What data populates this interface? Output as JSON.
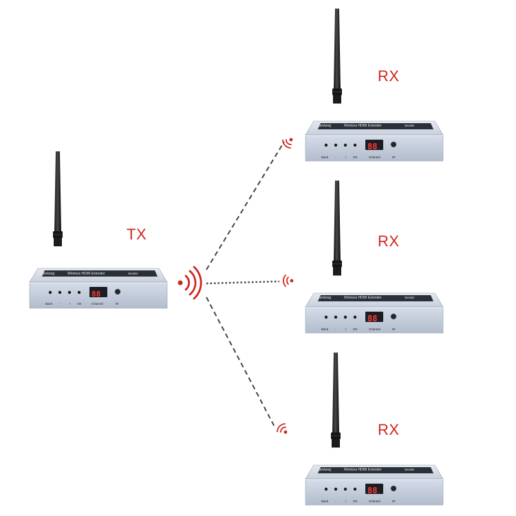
{
  "labels": {
    "tx": "TX",
    "rx": [
      "RX",
      "RX",
      "RX"
    ]
  },
  "device_panel": {
    "brand": "Lenkeng",
    "product_name": "Wireless HDMI Extender",
    "unit_type": "Sender",
    "buttons": [
      "Back",
      "-",
      "+",
      "OK"
    ],
    "display_label": "Channel",
    "display_value": "88",
    "ir_label": "IR"
  },
  "link_styles": [
    "dashed",
    "dotted",
    "dashed"
  ],
  "colors": {
    "signal": "#d0261d",
    "label": "#d0261d",
    "device_body": "#c4ccdc",
    "device_top": "#d6dcea",
    "device_dark": "#2b2f38",
    "display_red": "#ff3b30",
    "link": "#444444"
  },
  "icons": [
    "antenna-icon",
    "wifi-signal-icon"
  ]
}
